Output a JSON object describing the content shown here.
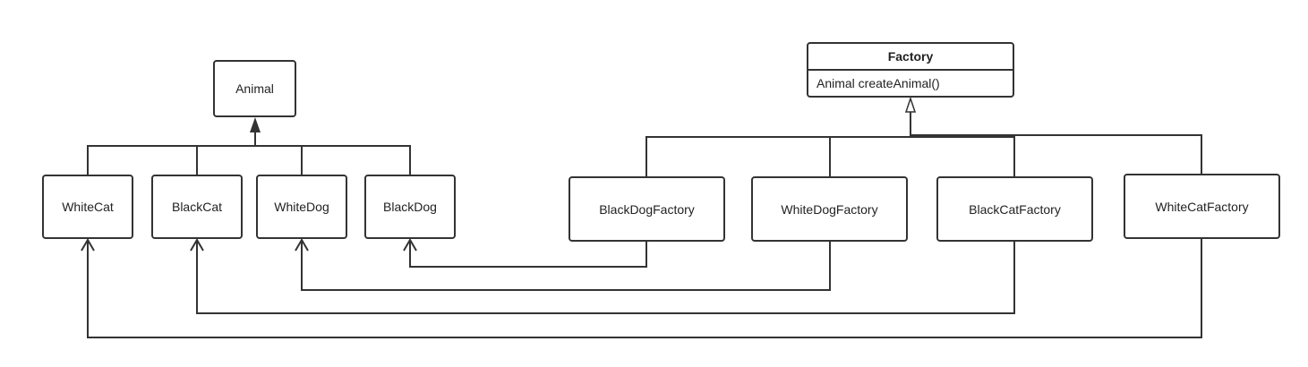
{
  "abstract_product": {
    "name": "Animal"
  },
  "abstract_factory": {
    "name": "Factory",
    "method": "Animal createAnimal()"
  },
  "products": [
    {
      "name": "WhiteCat"
    },
    {
      "name": "BlackCat"
    },
    {
      "name": "WhiteDog"
    },
    {
      "name": "BlackDog"
    }
  ],
  "factories": [
    {
      "name": "BlackDogFactory",
      "creates": "BlackDog"
    },
    {
      "name": "WhiteDogFactory",
      "creates": "WhiteDog"
    },
    {
      "name": "BlackCatFactory",
      "creates": "BlackCat"
    },
    {
      "name": "WhiteCatFactory",
      "creates": "WhiteCat"
    }
  ],
  "colors": {
    "stroke": "#333333",
    "text": "#222222",
    "background": "#ffffff"
  }
}
